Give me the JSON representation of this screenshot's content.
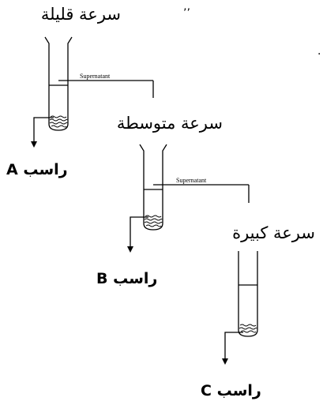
{
  "tubes": [
    {
      "speed_label": "سرعة قليلة",
      "supernatant_label": "Supernatant",
      "pellet_ar": "راسب",
      "pellet_letter": "A"
    },
    {
      "speed_label": "سرعة متوسطة",
      "supernatant_label": "Supernatant",
      "pellet_ar": "راسب",
      "pellet_letter": "B"
    },
    {
      "speed_label": "سرعة كبيرة",
      "pellet_ar": "راسب",
      "pellet_letter": "C"
    }
  ],
  "stray_mark": "’’",
  "stray_dot": "."
}
